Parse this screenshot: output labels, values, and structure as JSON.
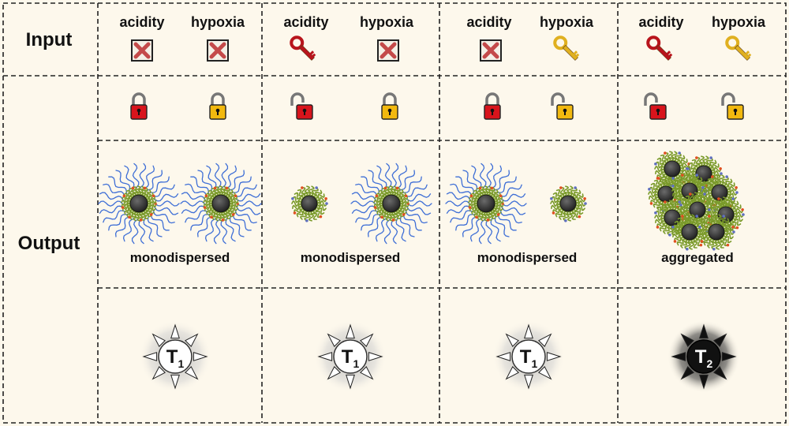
{
  "rows": {
    "input": "Input",
    "output": "Output"
  },
  "columns": [
    {
      "head_a": "acidity",
      "head_b": "hypoxia",
      "input_a": "cross",
      "input_b": "cross",
      "lock_a": "closed",
      "lock_b": "closed",
      "state": "monodispersed",
      "particles": [
        "long",
        "long"
      ],
      "relaxation": "T",
      "relaxation_sub": "1",
      "sun": "light"
    },
    {
      "head_a": "acidity",
      "head_b": "hypoxia",
      "input_a": "key",
      "input_b": "cross",
      "lock_a": "open",
      "lock_b": "closed",
      "state": "monodispersed",
      "particles": [
        "short",
        "long"
      ],
      "relaxation": "T",
      "relaxation_sub": "1",
      "sun": "light"
    },
    {
      "head_a": "acidity",
      "head_b": "hypoxia",
      "input_a": "cross",
      "input_b": "key",
      "lock_a": "closed",
      "lock_b": "open",
      "state": "monodispersed",
      "particles": [
        "long",
        "short"
      ],
      "relaxation": "T",
      "relaxation_sub": "1",
      "sun": "light"
    },
    {
      "head_a": "acidity",
      "head_b": "hypoxia",
      "input_a": "key",
      "input_b": "key",
      "lock_a": "open",
      "lock_b": "open",
      "state": "aggregated",
      "particles": [
        "cluster"
      ],
      "relaxation": "T",
      "relaxation_sub": "2",
      "sun": "dark"
    }
  ],
  "colors": {
    "background": "#fdf8ec",
    "acidity_lock": "#d8141c",
    "hypoxia_lock": "#f2b90f",
    "acidity_key": "#b8141c",
    "hypoxia_key": "#e0b020",
    "cross": "#c44a4a",
    "core": "#3a3a3a",
    "long_chain": "#3f6fd6",
    "short_chain": "#7a9a2a",
    "sun_light": "#ffffff",
    "sun_dark": "#111111"
  },
  "icons": {
    "cross": "x-mark-icon",
    "key": "key-icon",
    "lock_closed": "lock-closed-icon",
    "lock_open": "lock-open-icon"
  }
}
